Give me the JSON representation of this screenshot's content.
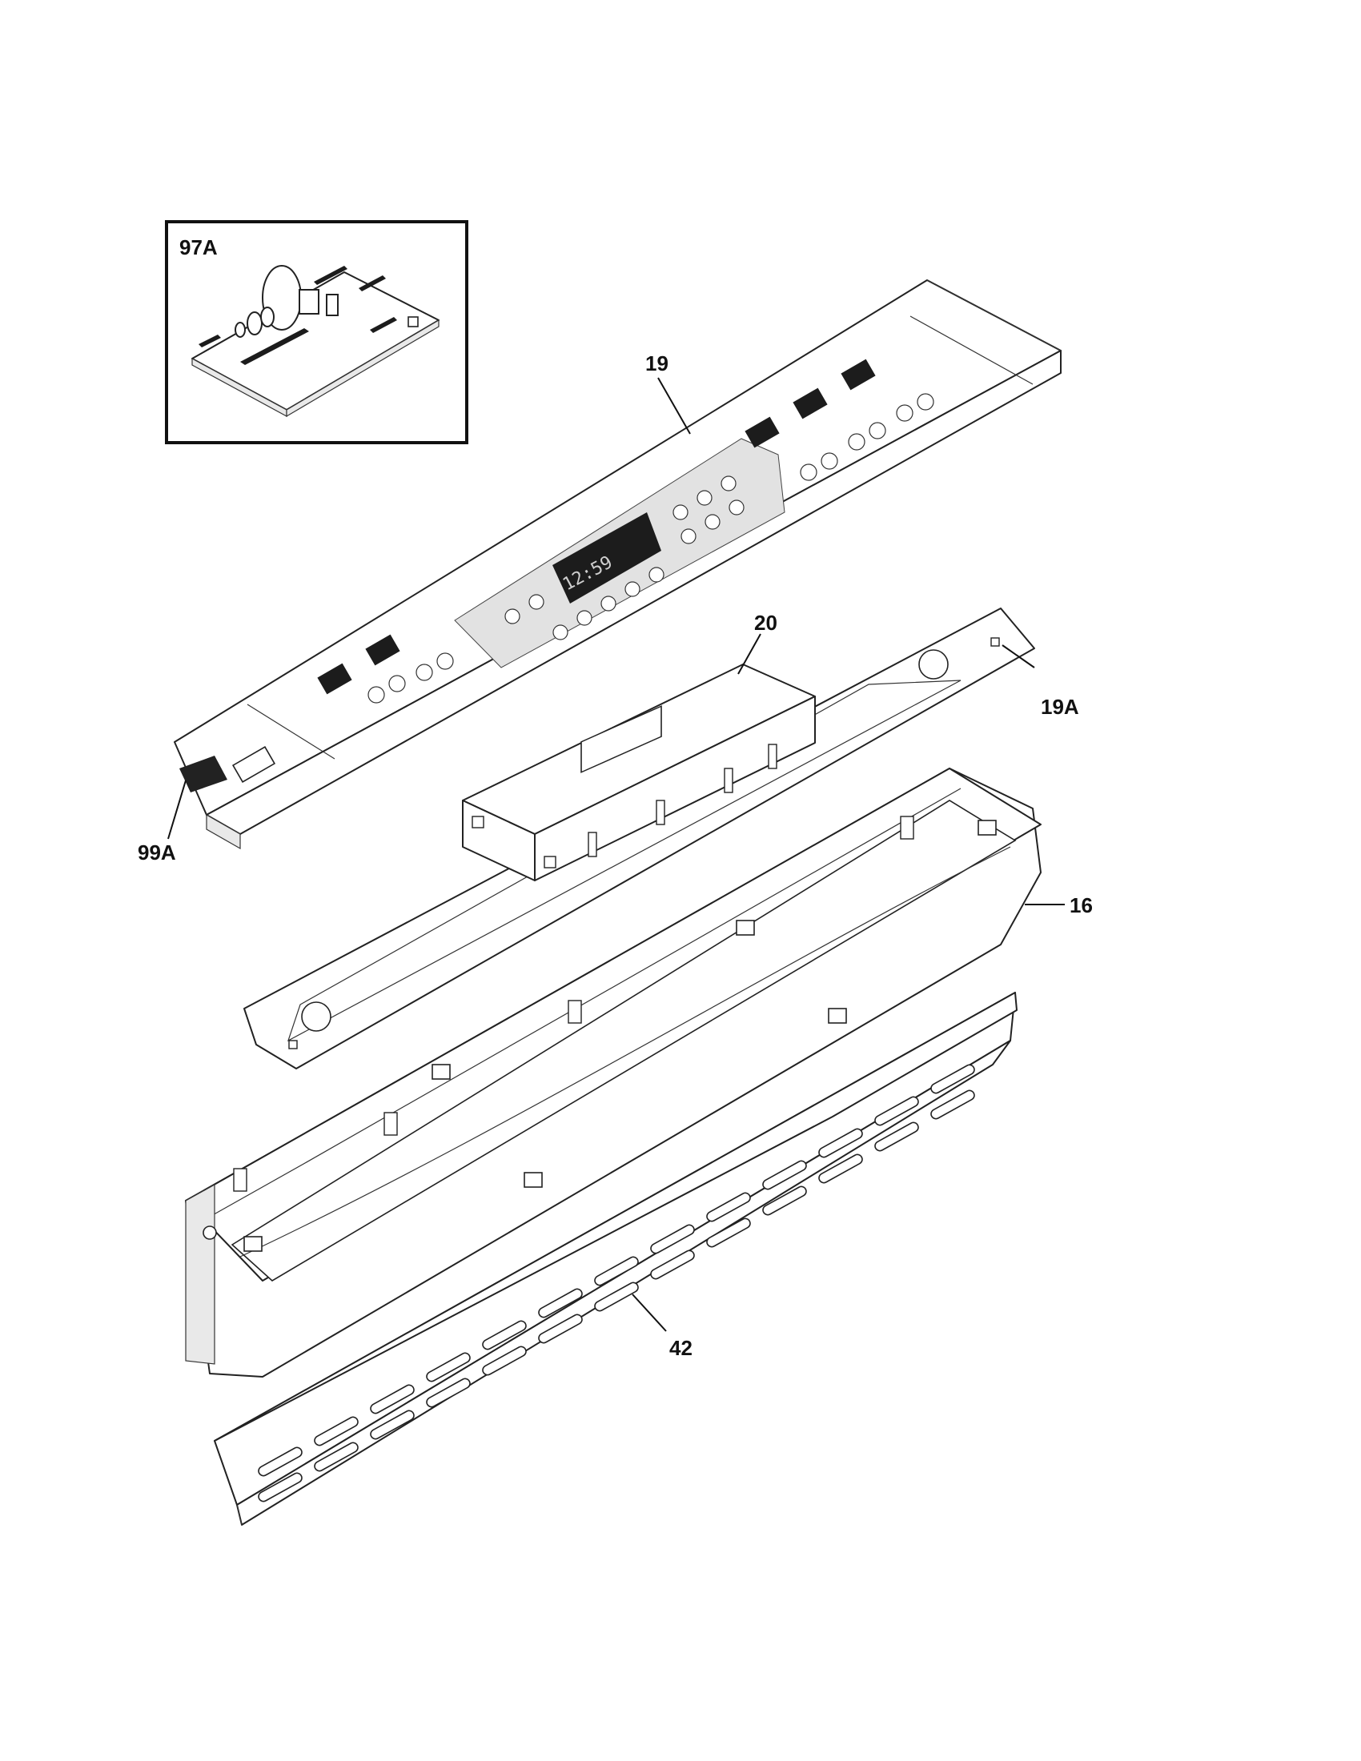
{
  "diagram": {
    "inset": {
      "label": "97A",
      "part": "control-board"
    },
    "display_readout": "12:59",
    "callouts": [
      {
        "id": "19",
        "part": "control-panel"
      },
      {
        "id": "20",
        "part": "electronic-control"
      },
      {
        "id": "19A",
        "part": "panel-gasket-plate"
      },
      {
        "id": "99A",
        "part": "ribbon-cable"
      },
      {
        "id": "16",
        "part": "panel-end-frame"
      },
      {
        "id": "42",
        "part": "vent-trim"
      }
    ]
  }
}
